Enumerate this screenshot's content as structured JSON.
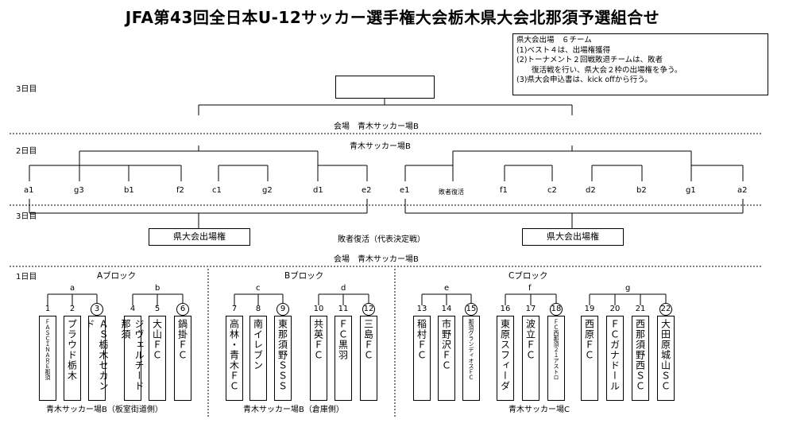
{
  "title": "JFA第43回全日本U-12サッカー選手権大会栃木県大会北那須予選組合せ",
  "notes": {
    "line1": "県大会出場　６チーム",
    "line2": "(1)ベスト４は、出場権獲得",
    "line3": "(2)トーナメント２回戦敗退チームは、敗者",
    "line4": "　　復活戦を行い、県大会２枠の出場権を争う。",
    "line5": "(3)県大会申込書は、kick offから行う。"
  },
  "days": {
    "day3_top": "3日目",
    "day2": "2日目",
    "day3_mid": "3日目",
    "day1": "1日目"
  },
  "venues": {
    "final": "会場　青木サッカー場B",
    "day2": "青木サッカー場B",
    "repechage": "敗者復活（代表決定戦）",
    "repechage_venue": "会場　青木サッカー場B",
    "a": "青木サッカー場B（板室街道側）",
    "b": "青木サッカー場B（倉庫側）",
    "c": "青木サッカー場C"
  },
  "qualify_labels": [
    "県大会出場権",
    "県大会出場権"
  ],
  "slots": [
    "a1",
    "g3",
    "b1",
    "f2",
    "c1",
    "g2",
    "d1",
    "e2",
    "e1",
    "敗者復活",
    "f1",
    "c2",
    "d2",
    "b2",
    "g1",
    "a2"
  ],
  "blocks": [
    "Aブロック",
    "Bブロック",
    "Cブロック"
  ],
  "groups": [
    "a",
    "b",
    "c",
    "d",
    "e",
    "f",
    "g"
  ],
  "teams": [
    {
      "no": "1",
      "name": "ＦＡＳＣＩＮＡＲＥ那須",
      "seed": false,
      "tiny": true
    },
    {
      "no": "2",
      "name": "プラウド栃木",
      "seed": false,
      "tiny": false
    },
    {
      "no": "3",
      "name": "ＡＳ栃木セカンド",
      "seed": true,
      "tiny": false
    },
    {
      "no": "4",
      "name": "ジヴェルチード那須",
      "seed": false,
      "tiny": false
    },
    {
      "no": "5",
      "name": "大山ＦＣ",
      "seed": false,
      "tiny": false
    },
    {
      "no": "6",
      "name": "鍋掛ＦＣ",
      "seed": true,
      "tiny": false
    },
    {
      "no": "7",
      "name": "高林・青木ＦＣ",
      "seed": false,
      "tiny": false
    },
    {
      "no": "8",
      "name": "南イレブン",
      "seed": false,
      "tiny": false
    },
    {
      "no": "9",
      "name": "東那須野ＳＳＳ",
      "seed": true,
      "tiny": false
    },
    {
      "no": "10",
      "name": "共英ＦＣ",
      "seed": false,
      "tiny": false
    },
    {
      "no": "11",
      "name": "ＦＣ黒羽",
      "seed": false,
      "tiny": false
    },
    {
      "no": "12",
      "name": "三島ＦＣ",
      "seed": true,
      "tiny": false
    },
    {
      "no": "13",
      "name": "稲村ＦＣ",
      "seed": false,
      "tiny": false
    },
    {
      "no": "14",
      "name": "市野沢ＦＣ",
      "seed": false,
      "tiny": false
    },
    {
      "no": "15",
      "name": "那須グランディオスＦＣ",
      "seed": true,
      "tiny": true
    },
    {
      "no": "16",
      "name": "東原スフィーダ",
      "seed": false,
      "tiny": false
    },
    {
      "no": "17",
      "name": "波立ＦＣ",
      "seed": false,
      "tiny": false
    },
    {
      "no": "18",
      "name": "ＦＣ西那須２１アストロ",
      "seed": true,
      "tiny": true
    },
    {
      "no": "19",
      "name": "西原ＦＣ",
      "seed": false,
      "tiny": false
    },
    {
      "no": "20",
      "name": "ＦＣガナドール",
      "seed": false,
      "tiny": false
    },
    {
      "no": "21",
      "name": "西那須野西ＳＣ",
      "seed": false,
      "tiny": false
    },
    {
      "no": "22",
      "name": "大田原城山ＳＣ",
      "seed": true,
      "tiny": false
    }
  ]
}
